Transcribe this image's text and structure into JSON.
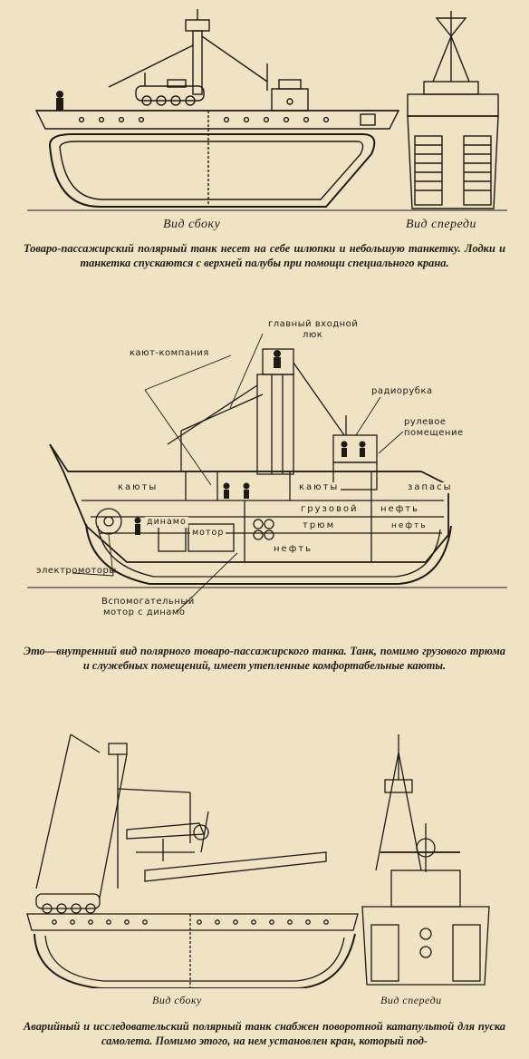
{
  "top": {
    "side_view_label": "Вид сбоку",
    "front_view_label": "Вид спереди",
    "caption": "Товаро-пассажирский полярный танк несет на себе шлюпки и небольшую танкетку. Лодки и танкетка спускаются с верхней палубы при помощи специального крана."
  },
  "middle": {
    "labels": {
      "main_hatch_1": "главный входной",
      "main_hatch_2": "люк",
      "wardroom": "кают-компания",
      "radio_room": "радиорубка",
      "steering_1": "рулевое",
      "steering_2": "помещение",
      "cabins_left": "каюты",
      "cabins_right": "каюты",
      "supplies": "запасы",
      "cargo_1": "грузовой",
      "cargo_2": "трюм",
      "oil_right": "нефть",
      "oil_right_low": "нефть",
      "oil_bottom": "нефть",
      "dynamo": "динамо",
      "motor": "мотор",
      "electromotors": "электромоторы",
      "aux_motor_1": "Вспомогательный",
      "aux_motor_2": "мотор с динамо"
    },
    "caption": "Это—внутренний вид полярного товаро-пассажирского танка. Танк, помимо грузового трюма и служебных помещений, имеет утепленные комфортабельные каюты."
  },
  "bottom": {
    "side_view_label": "Вид сбоку",
    "front_view_label": "Вид спереди",
    "caption": "Аварийный и исследовательский полярный танк снабжен поворотной катапультой для пуска самолета. Помимо этого, на нем установлен кран, который под-"
  }
}
